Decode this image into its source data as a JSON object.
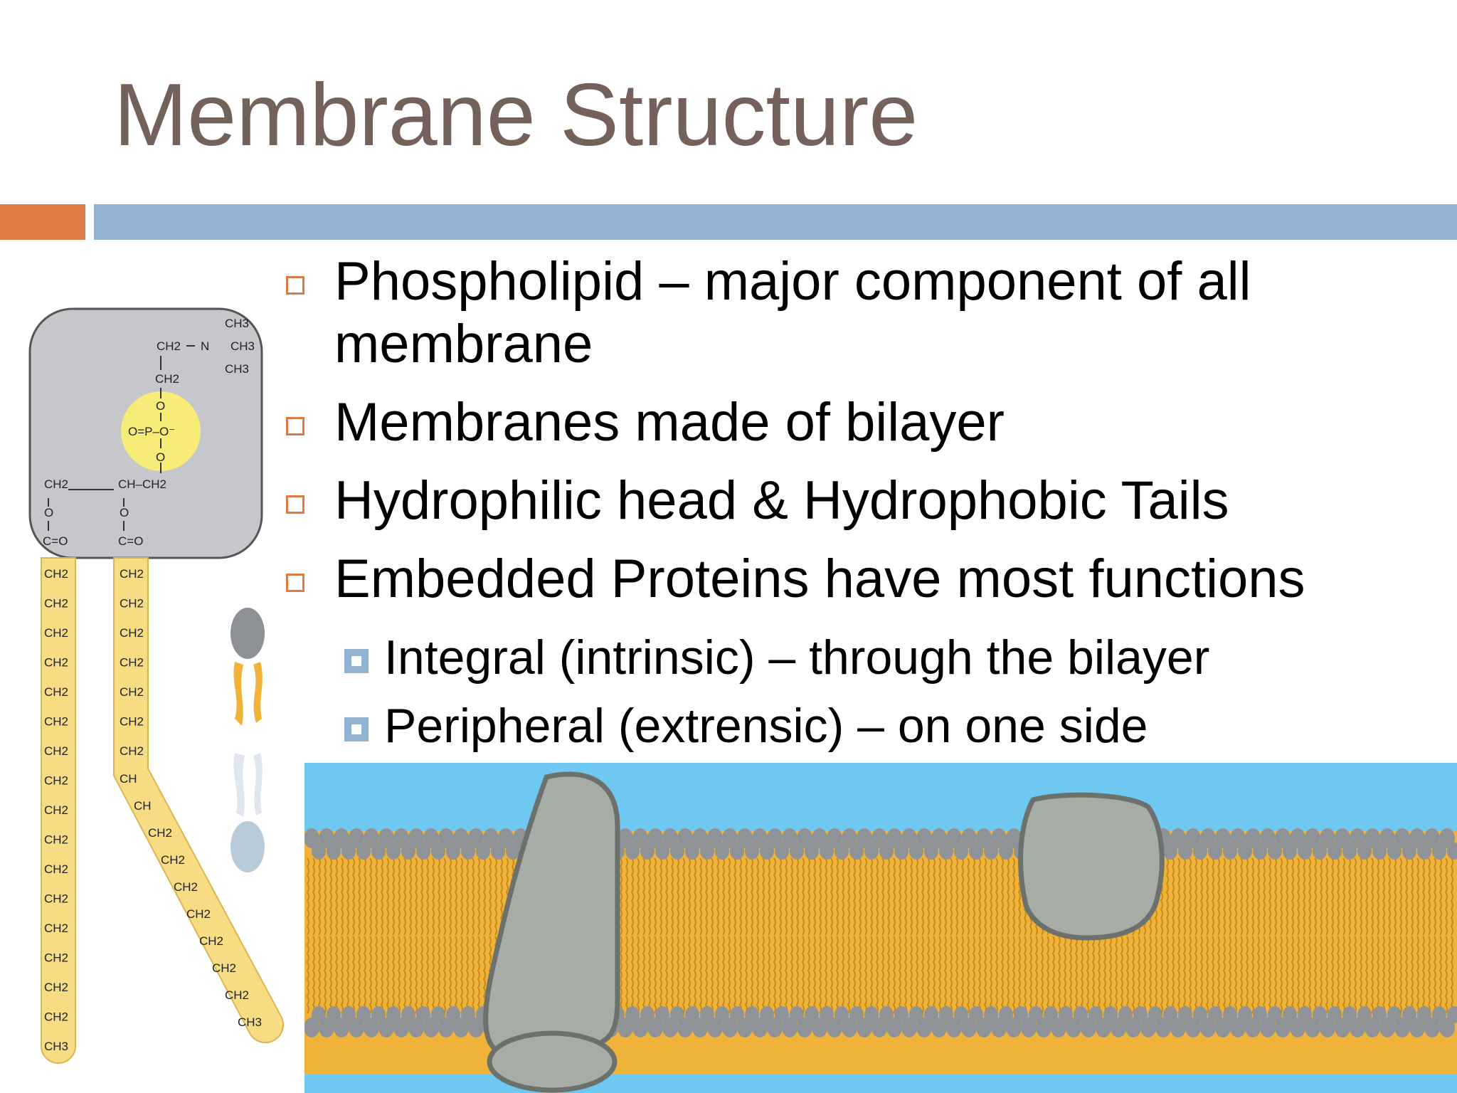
{
  "slide": {
    "title": "Membrane Structure",
    "bullets": [
      {
        "text": "Phospholipid – major component of all membrane"
      },
      {
        "text": "Membranes made of bilayer"
      },
      {
        "text": "Hydrophilic head & Hydrophobic Tails"
      },
      {
        "text": "Embedded Proteins have most functions"
      }
    ],
    "sub_bullets": [
      {
        "text": "Integral (intrinsic) – through the bilayer"
      },
      {
        "text": "Peripheral (extrensic) – on one side"
      }
    ]
  },
  "diagram": {
    "phospholipid_labels": {
      "ch3": "CH3",
      "ch2": "CH2",
      "ch": "CH",
      "n_plus": "N",
      "phosphate": "O=P–O⁻",
      "o": "O",
      "co": "C=O",
      "glycerol": "CH–CH2"
    }
  },
  "colors": {
    "title": "#73615a",
    "accent_orange": "#de7b44",
    "accent_blue": "#91b3d1",
    "water": "#6ec8f1",
    "tails": "#f0b33a",
    "heads": "#8f9397",
    "protein": "#a7ada6"
  }
}
